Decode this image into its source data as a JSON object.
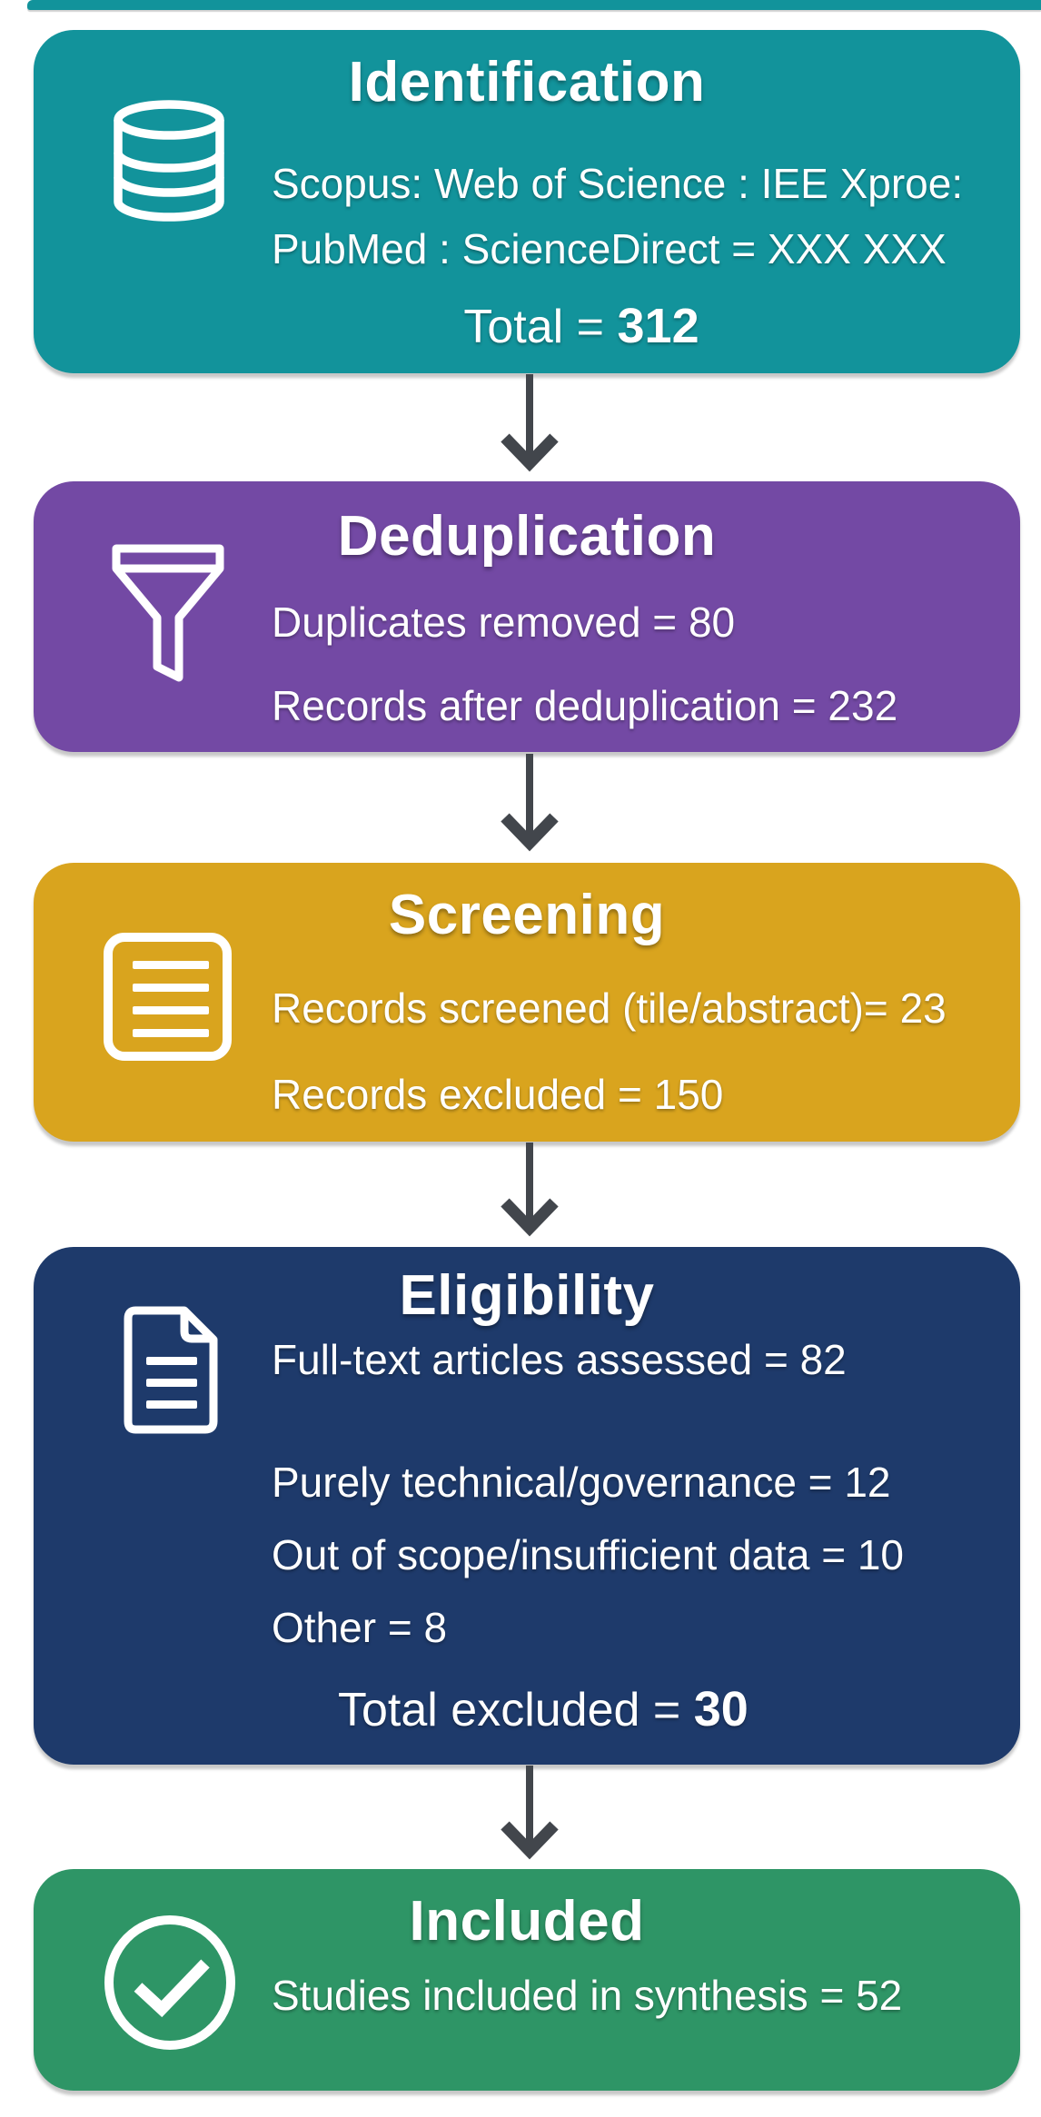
{
  "colors": {
    "background": "#ffffff",
    "arrow": "#42464C",
    "top_strip": "#12939B",
    "identification": "#12939B",
    "deduplication": "#7349A4",
    "screening": "#D9A41E",
    "eligibility": "#1E3A6B",
    "included": "#2E9566"
  },
  "steps": [
    {
      "title": "Identification",
      "color": "#12939B",
      "icon": "database-icon",
      "lines": [
        "Scopus: Web of Science : IEE Xproe:",
        "PubMed : ScienceDirect = XXX XXX"
      ],
      "total_label": "Total = ",
      "total_value": "312"
    },
    {
      "title": "Deduplication",
      "color": "#7349A4",
      "icon": "funnel-icon",
      "lines": [
        "Duplicates removed = 80",
        "Records after deduplication = 232"
      ]
    },
    {
      "title": "Screening",
      "color": "#D9A41E",
      "icon": "list-document-icon",
      "lines": [
        "Records screened (tile/abstract)= 23",
        "Records excluded = 150"
      ]
    },
    {
      "title": "Eligibility",
      "color": "#1E3A6B",
      "icon": "document-icon",
      "lines": [
        "Full-text articles assessed = 82"
      ],
      "exclusions": [
        "Purely technical/governance = 12",
        "Out of scope/insufficient data = 10",
        "Other = 8"
      ],
      "total_label": "Total excluded = ",
      "total_value": "30"
    },
    {
      "title": "Included",
      "color": "#2E9566",
      "icon": "check-circle-icon",
      "lines": [
        "Studies included in synthesis = 52"
      ]
    }
  ]
}
